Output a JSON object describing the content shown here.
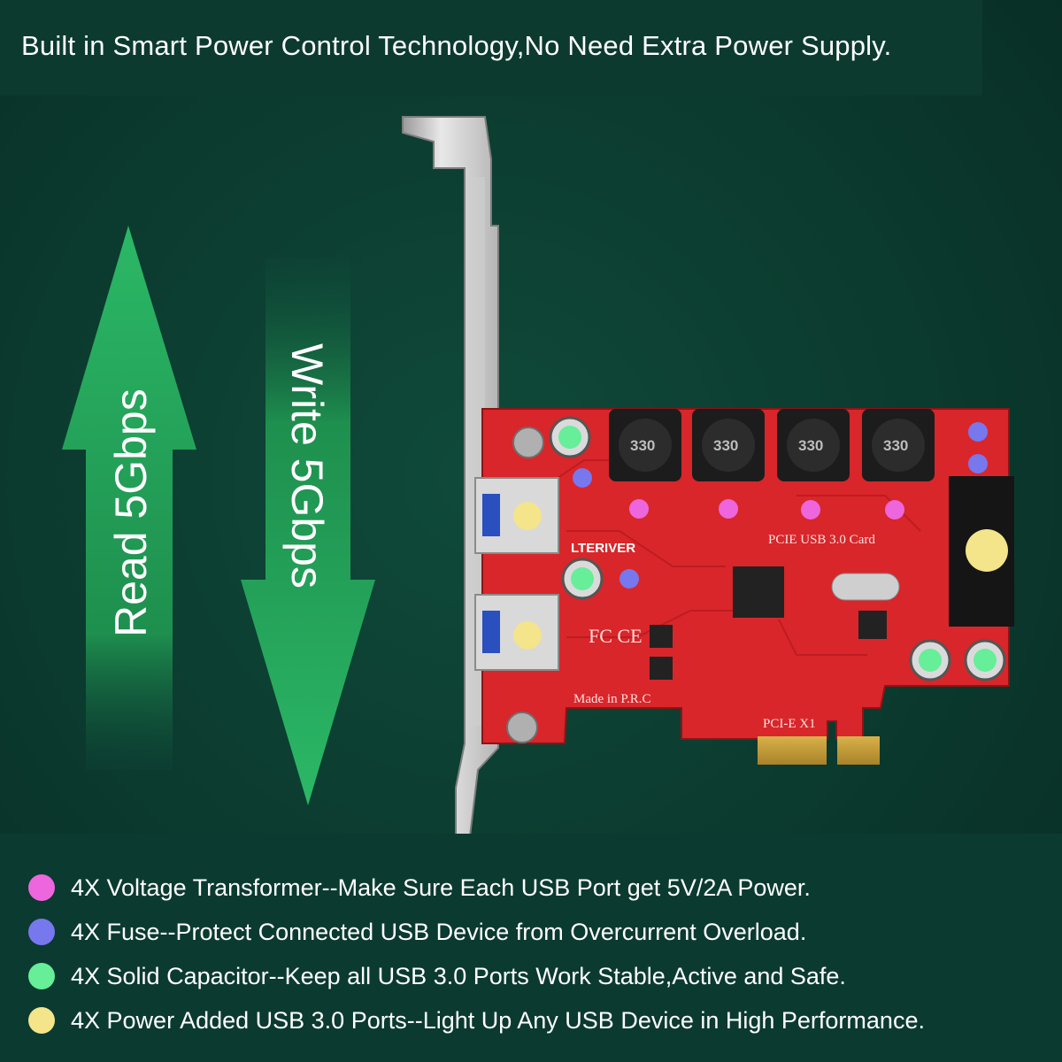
{
  "headline": "Built in Smart Power Control Technology,No Need Extra Power Supply.",
  "arrows": {
    "read_label": "Read 5Gbps",
    "write_label": "Write 5Gbps"
  },
  "board": {
    "brand": "LTERIVER",
    "product": "PCIE USB 3.0 Card",
    "origin": "Made in P.R.C",
    "slot": "PCI-E X1",
    "coil_marking": "330",
    "cert": "FC CE"
  },
  "legend": [
    {
      "color": "#ee66dd",
      "text": "4X Voltage Transformer--Make Sure Each USB Port get 5V/2A Power."
    },
    {
      "color": "#7777ee",
      "text": "4X Fuse--Protect Connected USB Device from Overcurrent Overload."
    },
    {
      "color": "#66ee99",
      "text": "4X Solid Capacitor--Keep all USB 3.0 Ports Work Stable,Active and Safe."
    },
    {
      "color": "#f4e48a",
      "text": "4X Power Added USB 3.0 Ports--Light Up Any USB Device in High Performance."
    }
  ],
  "marker_colors": {
    "transformer": "#ee66dd",
    "fuse": "#7777ee",
    "capacitor": "#66ee99",
    "port": "#f4e48a"
  }
}
